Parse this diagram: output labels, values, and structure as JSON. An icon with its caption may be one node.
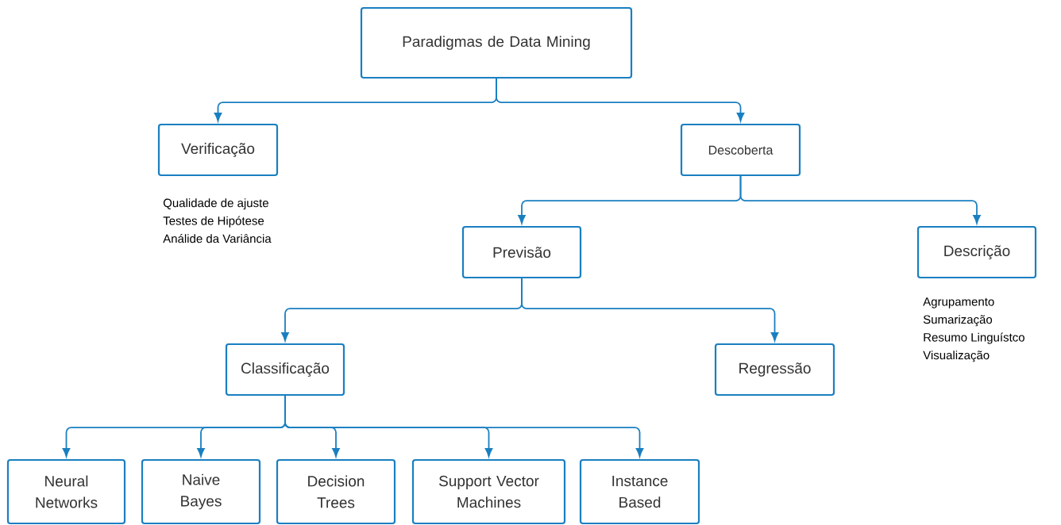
{
  "diagram": {
    "nodes": [
      {
        "text": [
          "Paradigmas de Data Mining"
        ]
      },
      {
        "text": [
          "Verificação"
        ],
        "beside": [
          "Qualidade de ajuste",
          "Testes de Hipótese",
          "Análide da Variância"
        ]
      },
      {
        "text": [
          "Descoberta"
        ]
      },
      {
        "text": [
          "Previsão"
        ]
      },
      {
        "text": [
          "Descrição"
        ],
        "beside": [
          "Agrupamento",
          "Sumarização",
          "Resumo Linguístco",
          "Visualização"
        ]
      },
      {
        "text": [
          "Classificação"
        ]
      },
      {
        "text": [
          "Regressão"
        ]
      },
      {
        "text": [
          "Neural Networks"
        ]
      },
      {
        "text": [
          "Naive Bayes"
        ]
      },
      {
        "text": [
          "Decision Trees"
        ]
      },
      {
        "text": [
          "Support Vector Machines"
        ]
      },
      {
        "text": [
          "Instance Based"
        ]
      }
    ],
    "edges": [
      {
        "from": 0,
        "to": 1,
        "arrow": "to"
      },
      {
        "from": 0,
        "to": 2,
        "arrow": "to"
      },
      {
        "from": 2,
        "to": 3,
        "arrow": "to"
      },
      {
        "from": 2,
        "to": 4,
        "arrow": "to"
      },
      {
        "from": 3,
        "to": 5,
        "arrow": "to"
      },
      {
        "from": 3,
        "to": 6,
        "arrow": "to"
      },
      {
        "from": 5,
        "to": 7,
        "arrow": "to"
      },
      {
        "from": 5,
        "to": 8,
        "arrow": "to"
      },
      {
        "from": 5,
        "to": 9,
        "arrow": "to"
      },
      {
        "from": 5,
        "to": 10,
        "arrow": "to"
      },
      {
        "from": 5,
        "to": 11,
        "arrow": "to"
      }
    ]
  }
}
